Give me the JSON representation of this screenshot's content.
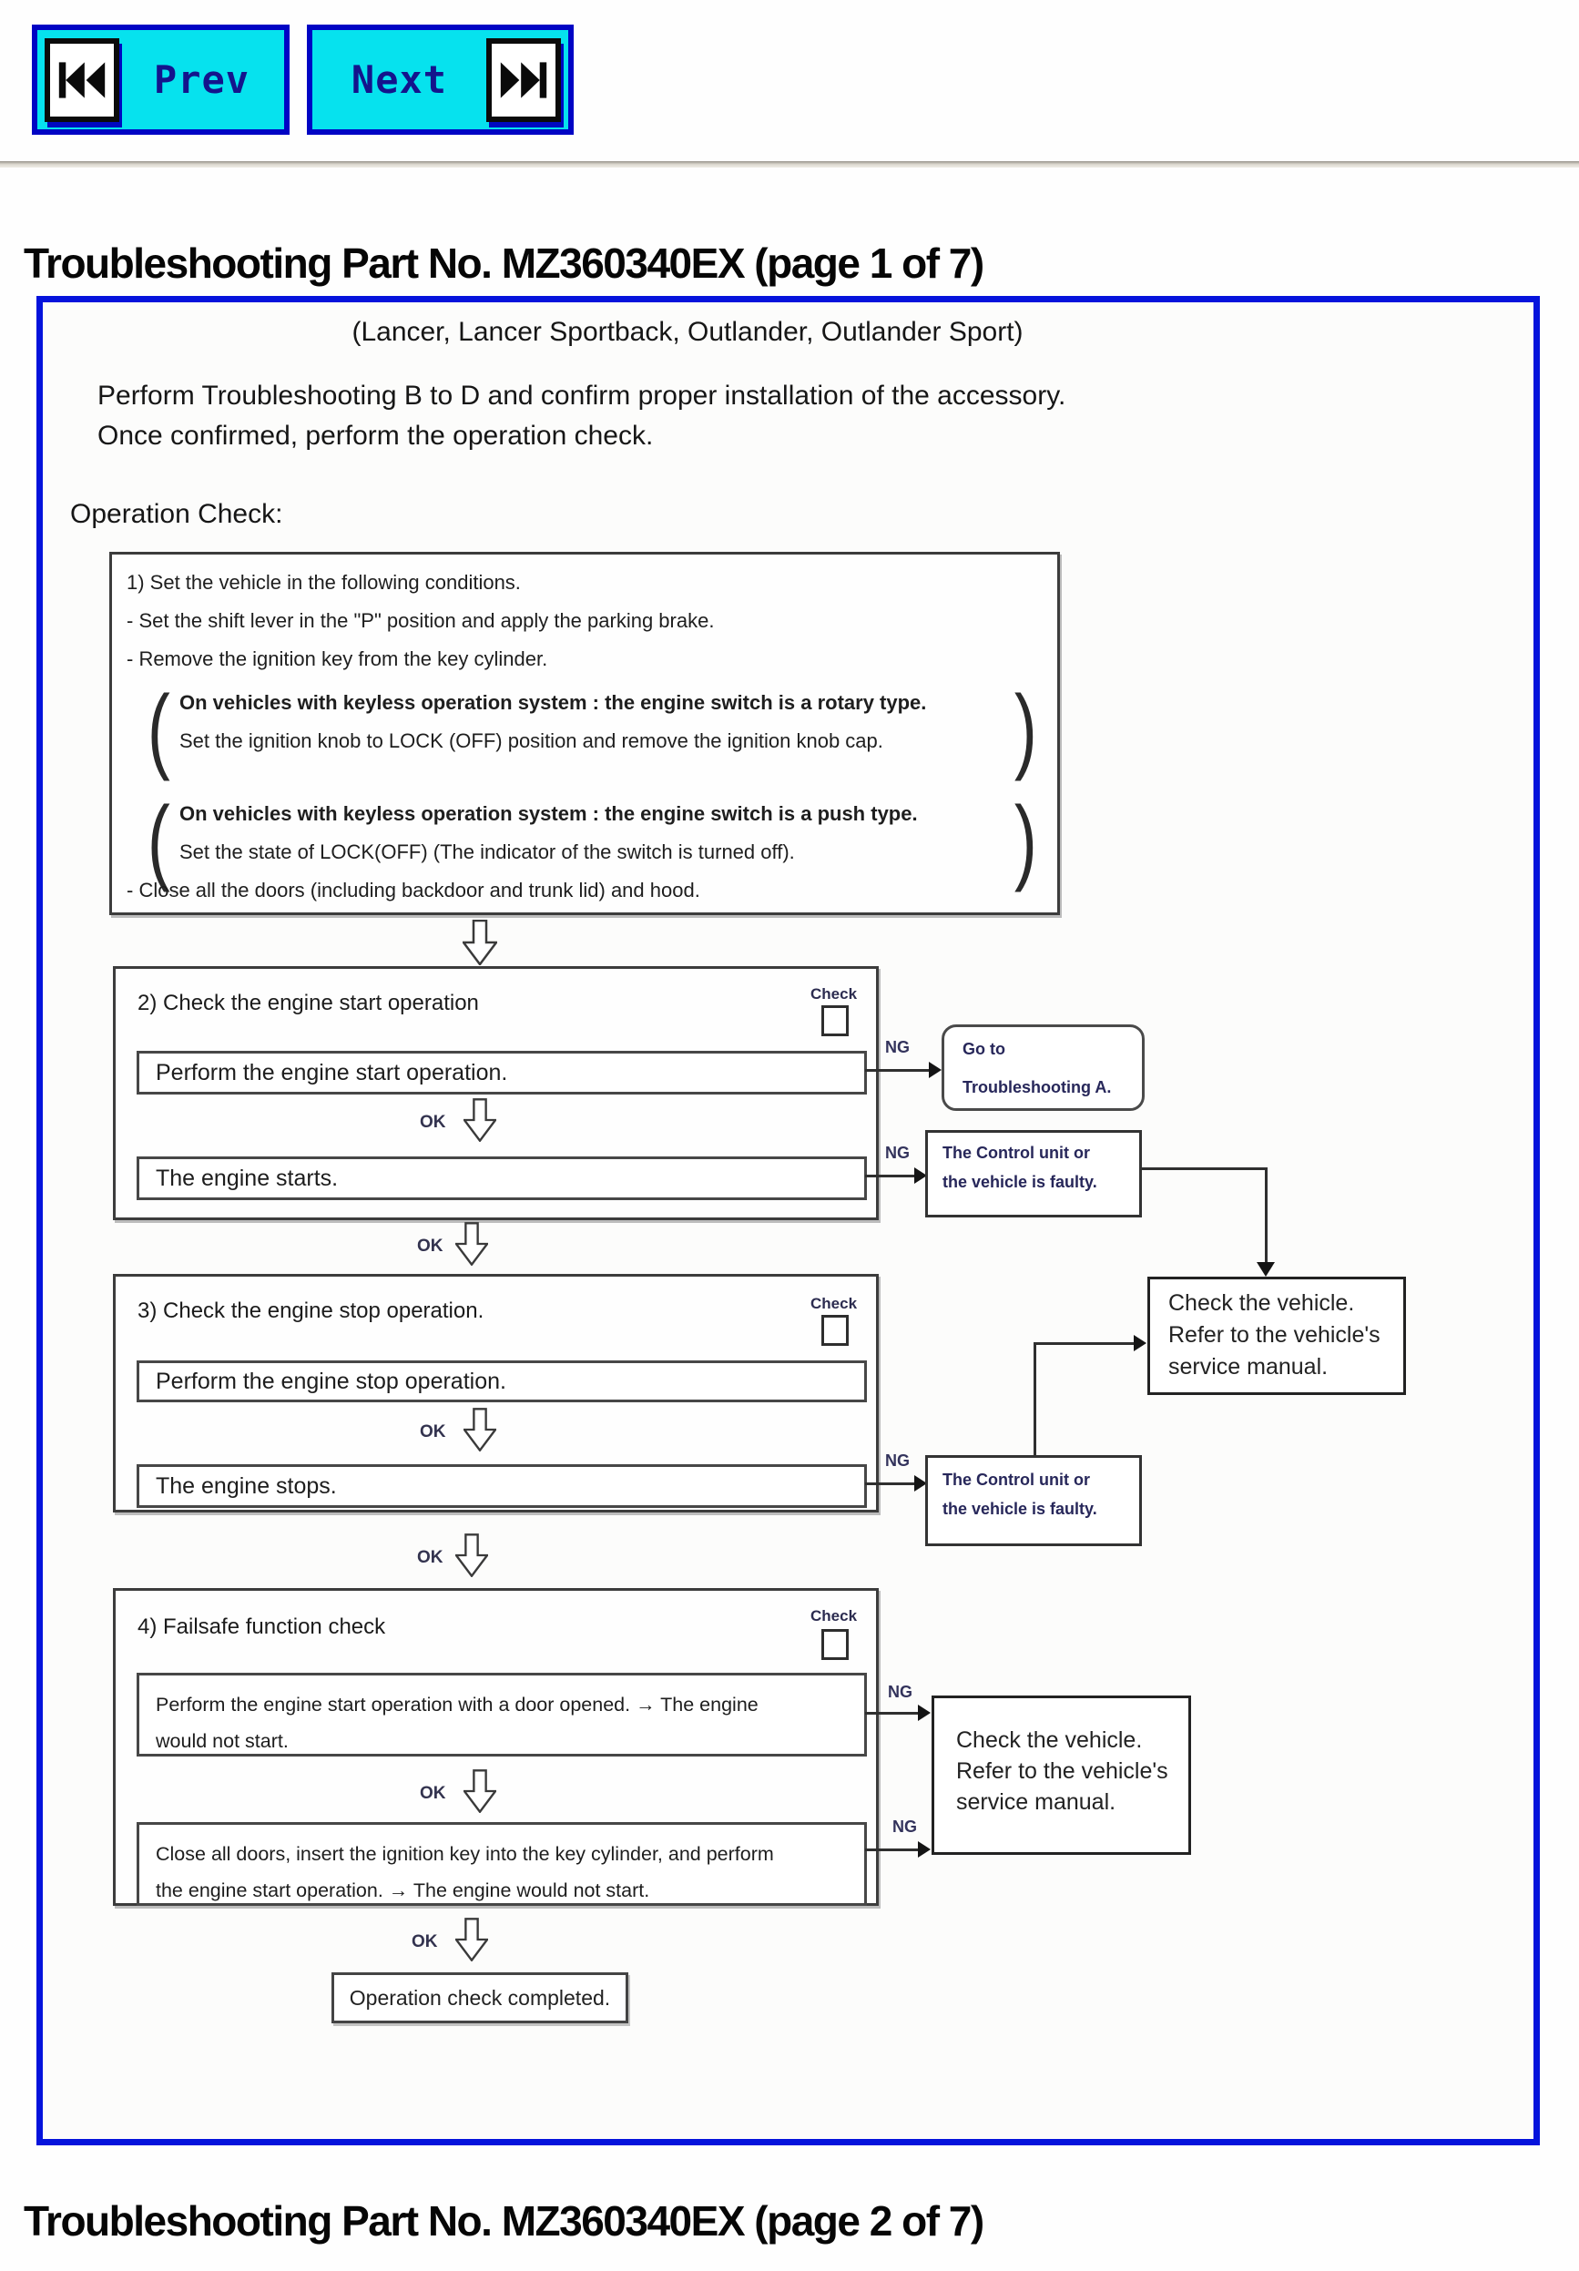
{
  "nav": {
    "prev_label": "Prev",
    "next_label": "Next"
  },
  "headings": {
    "page1": "Troubleshooting Part No. MZ360340EX (page 1 of 7)",
    "page2": "Troubleshooting Part No. MZ360340EX (page 2 of 7)"
  },
  "intro": {
    "models": "(Lancer, Lancer Sportback, Outlander, Outlander Sport)",
    "para1": "Perform Troubleshooting B to D and confirm proper installation of the accessory.",
    "para2": "Once confirmed, perform the operation check.",
    "section": "Operation Check:"
  },
  "labels": {
    "ok": "OK",
    "ng": "NG",
    "check": "Check"
  },
  "step1": {
    "line1": "1) Set the vehicle in the following conditions.",
    "line2": "- Set the shift lever in the \"P\" position and apply the parking brake.",
    "line3": "- Remove the ignition key from the key cylinder.",
    "k1a": "On vehicles with keyless operation system : the engine switch is a rotary type.",
    "k1b": "Set the ignition knob to LOCK (OFF) position and remove the ignition knob cap.",
    "k2a": "On vehicles with keyless operation system : the engine switch is a push type.",
    "k2b": "Set the state of LOCK(OFF) (The indicator of the switch is turned off).",
    "line4": "- Close all the doors (including backdoor and trunk lid) and hood."
  },
  "step2": {
    "title": "2) Check the engine start operation",
    "action": "Perform the engine start operation.",
    "result": "The engine starts."
  },
  "step3": {
    "title": "3) Check the engine stop operation.",
    "action": "Perform the engine stop operation.",
    "result": "The engine stops."
  },
  "step4": {
    "title": "4) Failsafe function check",
    "action1a": "Perform the engine start operation with a door opened. → The engine",
    "action1b": "would not start.",
    "action2a": "Close all doors, insert the ignition key into the key cylinder, and perform",
    "action2b": "the engine start operation. → The engine would not start."
  },
  "side": {
    "goto1": "Go to",
    "goto2": "Troubleshooting A.",
    "faulty1": "The Control unit or",
    "faulty2": "the vehicle is faulty.",
    "vehicle1": "Check the vehicle.",
    "vehicle2": "Refer to the vehicle's",
    "vehicle3": "service manual."
  },
  "completed": "Operation check completed.",
  "colors": {
    "frame_blue": "#0513dc",
    "button_cyan": "#06e2ee",
    "button_border_blue": "#0004c4",
    "button_text_navy": "#14148c"
  }
}
